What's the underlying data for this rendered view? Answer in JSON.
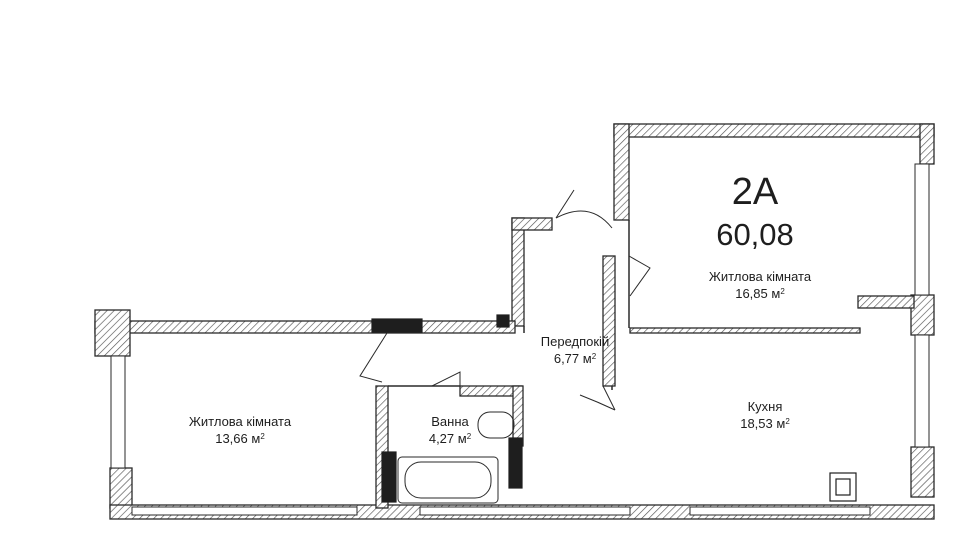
{
  "apartment": {
    "type": "2А",
    "total_area": "60,08"
  },
  "rooms": [
    {
      "name": "Житлова кімната",
      "area": "16,85 м",
      "unit_sup": "2"
    },
    {
      "name": "Передпокій",
      "area": "6,77 м",
      "unit_sup": "2"
    },
    {
      "name": "Житлова кімната",
      "area": "13,66 м",
      "unit_sup": "2"
    },
    {
      "name": "Ванна",
      "area": "4,27 м",
      "unit_sup": "2"
    },
    {
      "name": "Кухня",
      "area": "18,53 м",
      "unit_sup": "2"
    }
  ],
  "colors": {
    "wall_outline": "#2a2a2a",
    "wall_hatch": "#555555",
    "background": "#ffffff",
    "window_fill": "#ffffff"
  }
}
